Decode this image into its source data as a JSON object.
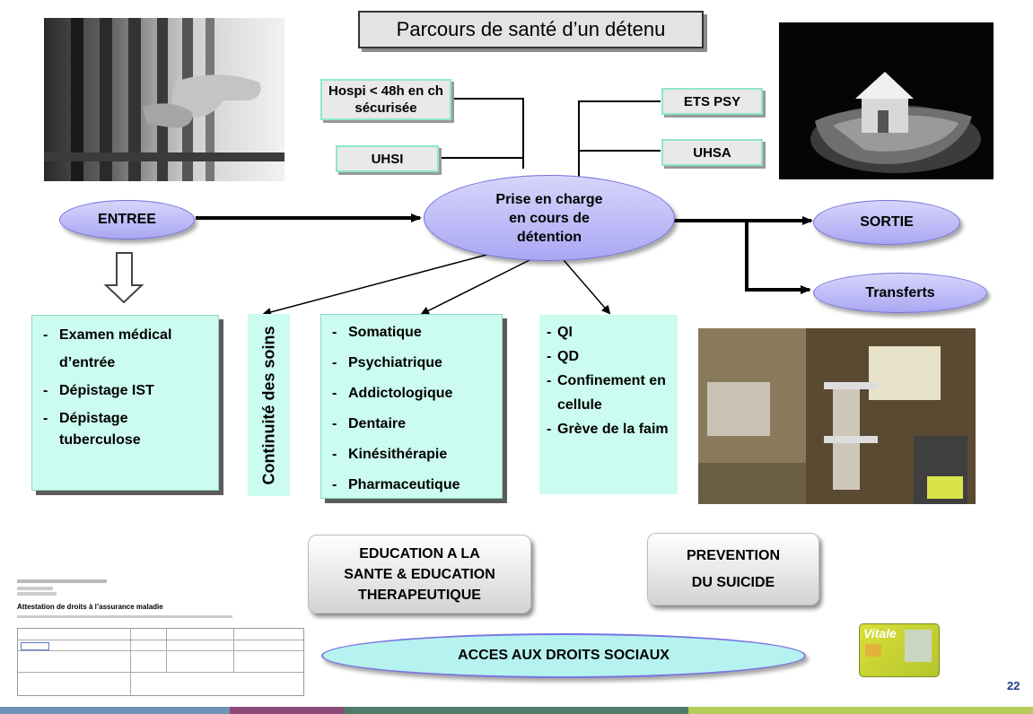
{
  "title": "Parcours de santé d’un détenu",
  "boxes": {
    "hospi": "Hospi < 48h en ch sécurisée",
    "uhsi": "UHSI",
    "etspsy": "ETS PSY",
    "uhsa": "UHSA"
  },
  "nodes": {
    "entree": "ENTREE",
    "prise_en_charge": "Prise en charge en cours de détention",
    "sortie": "SORTIE",
    "transferts": "Transferts"
  },
  "entry_list": [
    "Examen médical d’entrée",
    "Dépistage IST",
    "Dépistage tuberculose"
  ],
  "continuite": "Continuité des soins",
  "care_list": [
    "Somatique",
    "Psychiatrique",
    "Addictologique",
    "Dentaire",
    "Kinésithérapie",
    "Pharmaceutique"
  ],
  "situations_list": [
    "QI",
    "QD",
    "Confinement en cellule",
    "Grève de la faim"
  ],
  "education": [
    "EDUCATION A LA",
    "SANTE & EDUCATION",
    "THERAPEUTIQUE"
  ],
  "prevention": [
    "PREVENTION",
    "DU SUICIDE"
  ],
  "droits": "ACCES AUX DROITS SOCIAUX",
  "attestation_title": "Attestation de droits à l’assurance maladie",
  "vitale": "Vitale",
  "page_number": "22",
  "colors": {
    "ellipse_fill": "#b9b6f6",
    "panel_fill": "#ccfcef",
    "droits_fill": "#b6f3f0"
  }
}
